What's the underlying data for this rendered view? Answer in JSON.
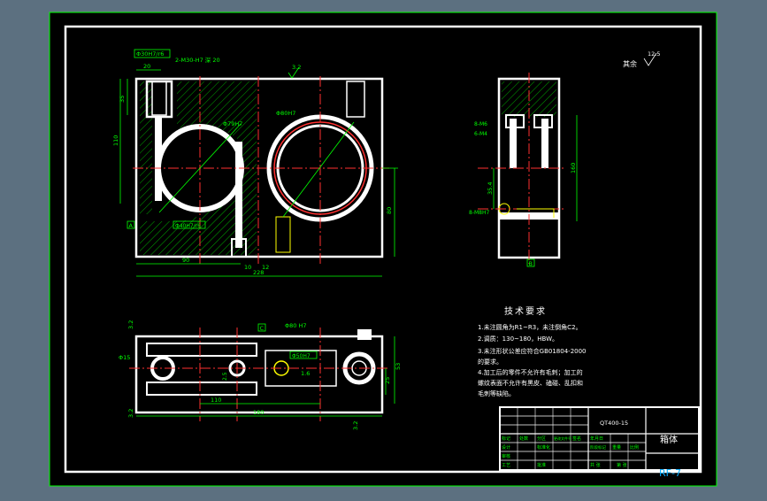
{
  "colors": {
    "background": "#5c7080",
    "sheet": "#000000",
    "frame": "#ffffff",
    "outer_border": "#00ff00",
    "dimension": "#00ff00",
    "centerline": "#ff3030",
    "hatch": "#00aa00",
    "annotation": "#ffffff",
    "leader": "#ffff00"
  },
  "front_view": {
    "callouts": [
      "Φ30H7/r6 ",
      "2-M30-H7 深 20",
      "Φ79H7",
      "Φ80H7"
    ],
    "roughness": "3.2",
    "dims": {
      "top_width": "20",
      "left_height_1": "35",
      "left_height_2": "110",
      "bottom_width": "90",
      "bottom_small_1": "10",
      "bottom_small_2": "12",
      "overall_width": "228",
      "right_height": "80"
    },
    "datum_label": "A",
    "bottom_callout": "Φ40H7/r6"
  },
  "side_view": {
    "callouts": [
      "8-M6",
      "6-M4",
      "8-M8H7"
    ],
    "dims": {
      "height": "160",
      "vertical_small": "35.4"
    },
    "roughness_top": "12.5",
    "roughness_note": "其余",
    "datum_label": "B"
  },
  "top_view": {
    "callouts": [
      "Φ15",
      "Φ80 H7",
      "Φ50H7"
    ],
    "roughness_values": [
      "3.2",
      "3.2",
      "1.6",
      "3.2"
    ],
    "dims": {
      "inner_width": "110",
      "overall_width": "180",
      "height_1": "53",
      "height_2": "25",
      "center_offset": "2.5"
    },
    "datum_label": "C"
  },
  "tech_requirements": {
    "title": "技术要求",
    "items": [
      "1.未注圆角为R1~R3，未注倒角C2。",
      "2.调质：130~180，HBW。",
      "3.未注形状公差应符合GB01804-2000",
      "的要求。",
      "4.加工后的零件不允许有毛刺；加工的",
      "螺纹表面不允许有黑皮、磕碰、乱扣和",
      "毛刺等缺陷。"
    ]
  },
  "title_block": {
    "material": "QT400-15",
    "part_name": "箱体",
    "drawing_no": "RF-7",
    "labels": [
      "标记",
      "处数",
      "分区",
      "更改文件号",
      "签名",
      "年月日",
      "设计",
      "标准化",
      "审核",
      "工艺",
      "批准",
      "阶段标记",
      "重量",
      "比例",
      "共 张",
      "第 张"
    ]
  }
}
